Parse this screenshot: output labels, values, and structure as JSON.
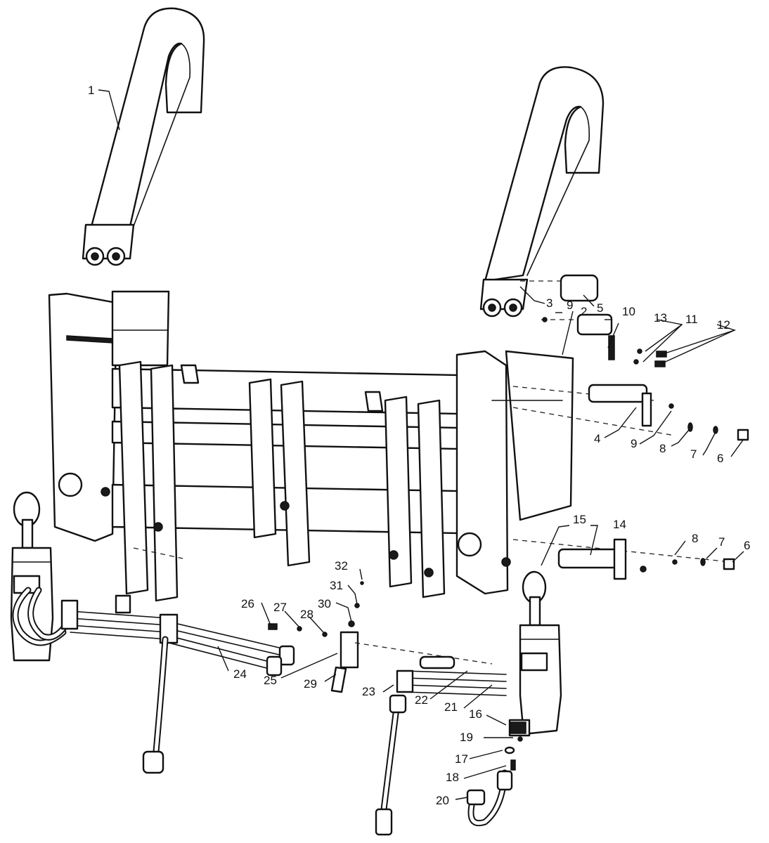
{
  "callouts": {
    "c1": "1",
    "c2": "2",
    "c3": "3",
    "c4": "4",
    "c5": "5",
    "c6a": "6",
    "c6b": "6",
    "c7a": "7",
    "c7b": "7",
    "c8a": "8",
    "c8b": "8",
    "c9a": "9",
    "c9b": "9",
    "c10": "10",
    "c11": "11",
    "c12": "12",
    "c13": "13",
    "c14": "14",
    "c15": "15",
    "c16": "16",
    "c17": "17",
    "c18": "18",
    "c19": "19",
    "c20": "20",
    "c21": "21",
    "c22": "22",
    "c23": "23",
    "c24": "24",
    "c25": "25",
    "c26": "26",
    "c27": "27",
    "c28": "28",
    "c29": "29",
    "c30": "30",
    "c31": "31",
    "c32": "32"
  }
}
